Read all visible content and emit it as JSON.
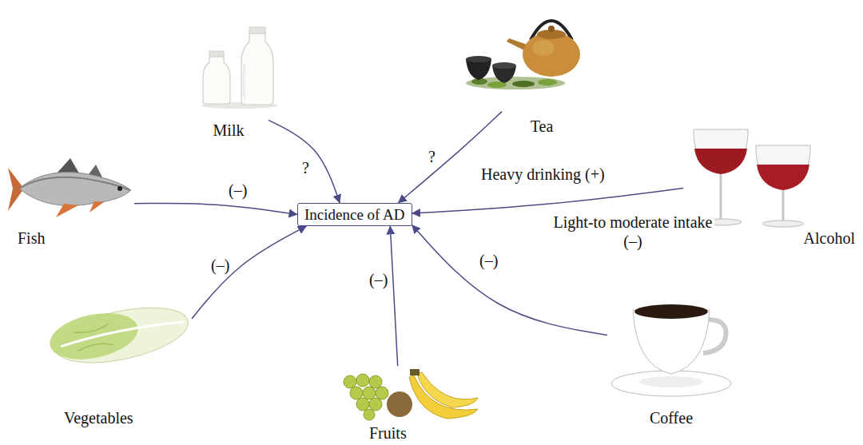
{
  "diagram": {
    "nodes": [
      {
        "text": [
          "Milk"
        ]
      },
      {
        "text": [
          "Tea"
        ]
      },
      {
        "text": [
          "Fish"
        ]
      },
      {
        "text": [
          "Incidence of AD"
        ]
      },
      {
        "text": [
          "Alcohol"
        ]
      },
      {
        "text": [
          "Vegetables"
        ]
      },
      {
        "text": [
          "Fruits"
        ]
      },
      {
        "text": [
          "Coffee"
        ]
      }
    ],
    "edges": [
      {
        "from": 0,
        "to": 3,
        "arrow": "to",
        "label": "?"
      },
      {
        "from": 1,
        "to": 3,
        "arrow": "to",
        "label": "?"
      },
      {
        "from": 2,
        "to": 3,
        "arrow": "to",
        "label": "(–)"
      },
      {
        "from": 4,
        "to": 3,
        "arrow": "to",
        "label": "Heavy drinking (+)"
      },
      {
        "from": 5,
        "to": 3,
        "arrow": "to",
        "label": "(–)"
      },
      {
        "from": 6,
        "to": 3,
        "arrow": "to",
        "label": "(–)"
      },
      {
        "from": 7,
        "to": 3,
        "arrow": "to",
        "label": "(–)"
      }
    ],
    "labels": [
      "Light-to moderate intake (–)"
    ]
  }
}
